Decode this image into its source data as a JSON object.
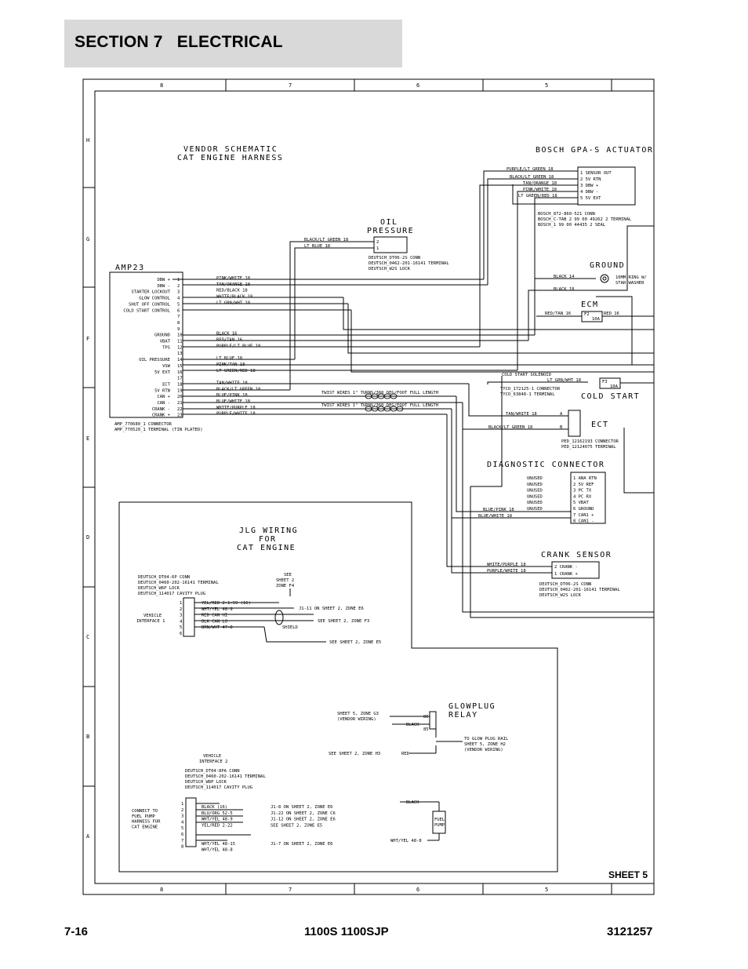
{
  "header": {
    "title": "SECTION 7   ELECTRICAL"
  },
  "footer": {
    "page": "7-16",
    "model": "1100S 1100SJP",
    "docnum": "3121257"
  },
  "sheet_label": "SHEET 5",
  "frame": {
    "columns": [
      "8",
      "7",
      "6",
      "5"
    ],
    "rows": [
      "H",
      "G",
      "F",
      "E",
      "D",
      "C",
      "B",
      "A"
    ]
  },
  "vendor": {
    "title1": "VENDOR SCHEMATIC",
    "title2": "CAT ENGINE HARNESS"
  },
  "amp": {
    "name": "AMP23",
    "pins": [
      {
        "n": "1",
        "f": "DBW +",
        "w": "PINK/WHITE 18"
      },
      {
        "n": "2",
        "f": "DBW -",
        "w": "TAN/ORANGE 18"
      },
      {
        "n": "3",
        "f": "STARTER LOCKOUT",
        "w": "RED/BLACK 18"
      },
      {
        "n": "4",
        "f": "GLOW CONTROL",
        "w": "WHITE/BLACK 18"
      },
      {
        "n": "5",
        "f": "SHUT OFF CONTROL",
        "w": "LT GRN/WHT 18"
      },
      {
        "n": "6",
        "f": "COLD START CONTROL",
        "w": ""
      },
      {
        "n": "7",
        "f": "",
        "w": ""
      },
      {
        "n": "8",
        "f": "",
        "w": ""
      },
      {
        "n": "9",
        "f": "",
        "w": ""
      },
      {
        "n": "10",
        "f": "GROUND",
        "w": "BLACK 16"
      },
      {
        "n": "11",
        "f": "VBAT",
        "w": "RED/TAN 16"
      },
      {
        "n": "12",
        "f": "TPS",
        "w": "PURPLE/LT BLUE 18"
      },
      {
        "n": "13",
        "f": "",
        "w": ""
      },
      {
        "n": "14",
        "f": "OIL PRESSURE",
        "w": "LT BLUE 18"
      },
      {
        "n": "15",
        "f": "VSW",
        "w": "PINK/TAN 18"
      },
      {
        "n": "16",
        "f": "5V EXT",
        "w": "LT GREEN/RED 18"
      },
      {
        "n": "17",
        "f": "",
        "w": ""
      },
      {
        "n": "18",
        "f": "ECT",
        "w": "TAN/WHITE 18"
      },
      {
        "n": "19",
        "f": "5V RTN",
        "w": "BLACK/LT GREEN 18"
      },
      {
        "n": "20",
        "f": "CAN +",
        "w": "BLUE/PINK 18"
      },
      {
        "n": "21",
        "f": "CAN -",
        "w": "BLUE/WHITE 18"
      },
      {
        "n": "22",
        "f": "CRANK -",
        "w": "WHITE/PURPLE 18"
      },
      {
        "n": "23",
        "f": "CRANK +",
        "w": "PURPLE/WHITE 18"
      }
    ],
    "note1": "AMP_770680_1 CONNECTOR",
    "note2": "AMP_770520_1 TERMINAL (TIN PLATED)"
  },
  "twist": {
    "t1": "TWIST WIRES 1\" TURNS/360 DEG/FOOT FULL LENGTH",
    "t2": "TWIST WIRES 1\" TURNS/360 DEG/FOOT FULL LENGTH"
  },
  "bosch": {
    "title": "BOSCH GPA-S ACTUATOR",
    "wires": [
      "PURPLE/LT GREEN 18",
      "BLACK/LT GREEN 18",
      "TAN/ORANGE 18",
      "PINK/WHITE 18",
      "LT GREEN/RED 18"
    ],
    "pins": [
      "1  SENSOR OUT",
      "2  5V RTN",
      "3  DBW +",
      "4  DBW -",
      "5  5V EXT"
    ],
    "notes": [
      "BOSCH_872-860-521 CONN",
      "BOSCH_C-TAB 2 99 00 49262 2 TERMINAL",
      "BOSCH_1 99 00 44435 2 SEAL"
    ]
  },
  "oil": {
    "title1": "OIL",
    "title2": "PRESSURE",
    "wires": [
      "BLACK/LT GREEN 18",
      "LT BLUE 18"
    ],
    "pins": [
      "2",
      "1"
    ],
    "notes": [
      "DEUTSCH_DT06-2S CONN",
      "DEUTSCH_0462-201-16141 TERMINAL",
      "DEUTSCH_W2S LOCK"
    ]
  },
  "ground": {
    "title": "GROUND",
    "wires": [
      "BLACK 14",
      "BLACK 18"
    ],
    "ring1": "10MM RING W/",
    "ring2": "STAR WASHER"
  },
  "ecm": {
    "title": "ECM",
    "left_wire": "RED/TAN 16",
    "right_wire": "RED 16",
    "fuse": "F2",
    "amp": "10A"
  },
  "cold": {
    "title": "COLD START",
    "sol_label": "COLD START SOLENOID",
    "wire": "LT GRN/WHT 18",
    "fuse": "F3",
    "amp": "10A",
    "notes": [
      "TYCO_172125-1 CONNECTOR",
      "TYCO_63848-1 TERMINAL"
    ]
  },
  "ect": {
    "title": "ECT",
    "wires": [
      "TAN/WHITE 18",
      "BLACK/LT GREEN 18"
    ],
    "pins": [
      "A",
      "B"
    ],
    "notes": [
      "PED_12162193 CONNECTOR",
      "PED_12124075 TERMINAL"
    ]
  },
  "diag": {
    "title": "DIAGNOSTIC CONNECTOR",
    "unused": [
      "UNUSED",
      "UNUSED",
      "UNUSED",
      "UNUSED",
      "UNUSED",
      "UNUSED"
    ],
    "wires": [
      "BLUE/PINK 18",
      "BLUE/WHITE 18"
    ],
    "pins": [
      "1  ANA RTN",
      "2  5V REF",
      "3  PC TX",
      "4  PC RX",
      "5  VBAT",
      "6  GROUND",
      "7  CAN1 +",
      "8  CAN1 -"
    ]
  },
  "crank": {
    "title": "CRANK SENSOR",
    "wires": [
      "WHITE/PURPLE 18",
      "PURPLE/WHITE 18"
    ],
    "pins": [
      "2  CRANK -",
      "1  CRANK +"
    ],
    "notes": [
      "DEUTSCH_DT06-2S CONN",
      "DEUTSCH_0462-201-16141 TERMINAL",
      "DEUTSCH_W2S LOCK"
    ]
  },
  "jlg": {
    "title1": "JLG WIRING",
    "title2": "FOR",
    "title3": "CAT ENGINE",
    "see_top": [
      "SEE",
      "SHEET 2",
      "ZONE F4"
    ],
    "vi1": {
      "label1": "VEHICLE",
      "label2": "INTERFACE 1",
      "notes": [
        "DEUTSCH_DT04-6P CONN",
        "DEUTSCH_0460-202-16141 TERMINAL",
        "DEUTSCH_W6P LOCK",
        "DEUTSCH_114017 CAVITY PLUG"
      ],
      "wires": [
        "YEL/RED 2-1-59 (16)",
        "WHT/YEL 48-9",
        "RED CAN HI",
        "BLK CAN LO",
        "BRN/WHT 47-8"
      ],
      "pins": [
        "1",
        "2",
        "3",
        "4",
        "5",
        "6"
      ],
      "ref1": "J1-11 ON SHEET 2, ZONE E6",
      "ref2": "SEE SHEET 2, ZONE F3",
      "shield": "SHIELD",
      "ref3": "SEE SHEET 2, ZONE E5"
    },
    "glow": {
      "title1": "GLOWPLUG",
      "title2": "RELAY",
      "src1": "SHEET 5, ZONE G3",
      "src2": "(VENDOR WIRING)",
      "black": "BLACK",
      "p86": "86",
      "p85": "85",
      "out1": "TO GLOW PLUG RAIL",
      "out2": "SHEET 5, ZONE H2",
      "out3": "(VENDOR WIRING)",
      "see": "SEE SHEET 2, ZONE H3",
      "red": "RED"
    },
    "vi2": {
      "label1": "VEHICLE",
      "label2": "INTERFACE 2",
      "notes": [
        "DEUTSCH_DT04-8PA CONN",
        "DEUTSCH_0460-202-16141 TERMINAL",
        "DEUTSCH_W8P LOCK",
        "DEUTSCH_114017 CAVITY PLUG"
      ],
      "connect": [
        "CONNECT TO",
        "FUEL PUMP",
        "HARNESS FOR",
        "CAT ENGINE"
      ],
      "wires": [
        "BLACK (16)",
        "BLU/ORG 52-5",
        "WHT/YEL 48-9",
        "YEL/RED 2-22",
        "",
        "",
        "WHT/YEL 48-15",
        "WHT/YEL 48-8"
      ],
      "pins": [
        "1",
        "2",
        "3",
        "4",
        "5",
        "6",
        "7",
        "8"
      ],
      "refs": [
        "J1-8 ON SHEET 2, ZONE E6",
        "J1-22 ON SHEET 2, ZONE C6",
        "J1-12 ON SHEET 2, ZONE E6",
        "SEE SHEET 2, ZONE E5",
        "",
        "",
        "J1-7 ON SHEET 2, ZONE E6",
        ""
      ],
      "black": "BLACK",
      "pump1": "FUEL",
      "pump2": "PUMP",
      "wht": "WHT/YEL 48-8"
    }
  }
}
